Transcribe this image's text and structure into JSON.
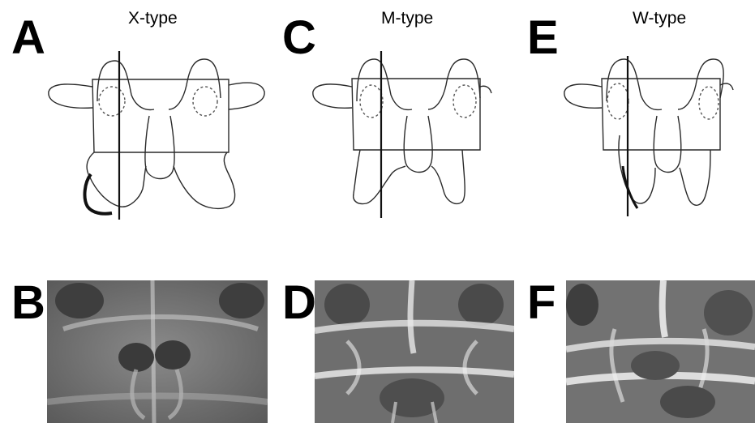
{
  "panels": [
    {
      "letter": "A",
      "type_label": "X-type"
    },
    {
      "letter": "B"
    },
    {
      "letter": "C",
      "type_label": "M-type"
    },
    {
      "letter": "D"
    },
    {
      "letter": "E",
      "type_label": "W-type"
    },
    {
      "letter": "F"
    }
  ],
  "colors": {
    "line": "#2a2a2a",
    "midline": "#111111",
    "dashed": "#555555",
    "background": "#ffffff"
  }
}
